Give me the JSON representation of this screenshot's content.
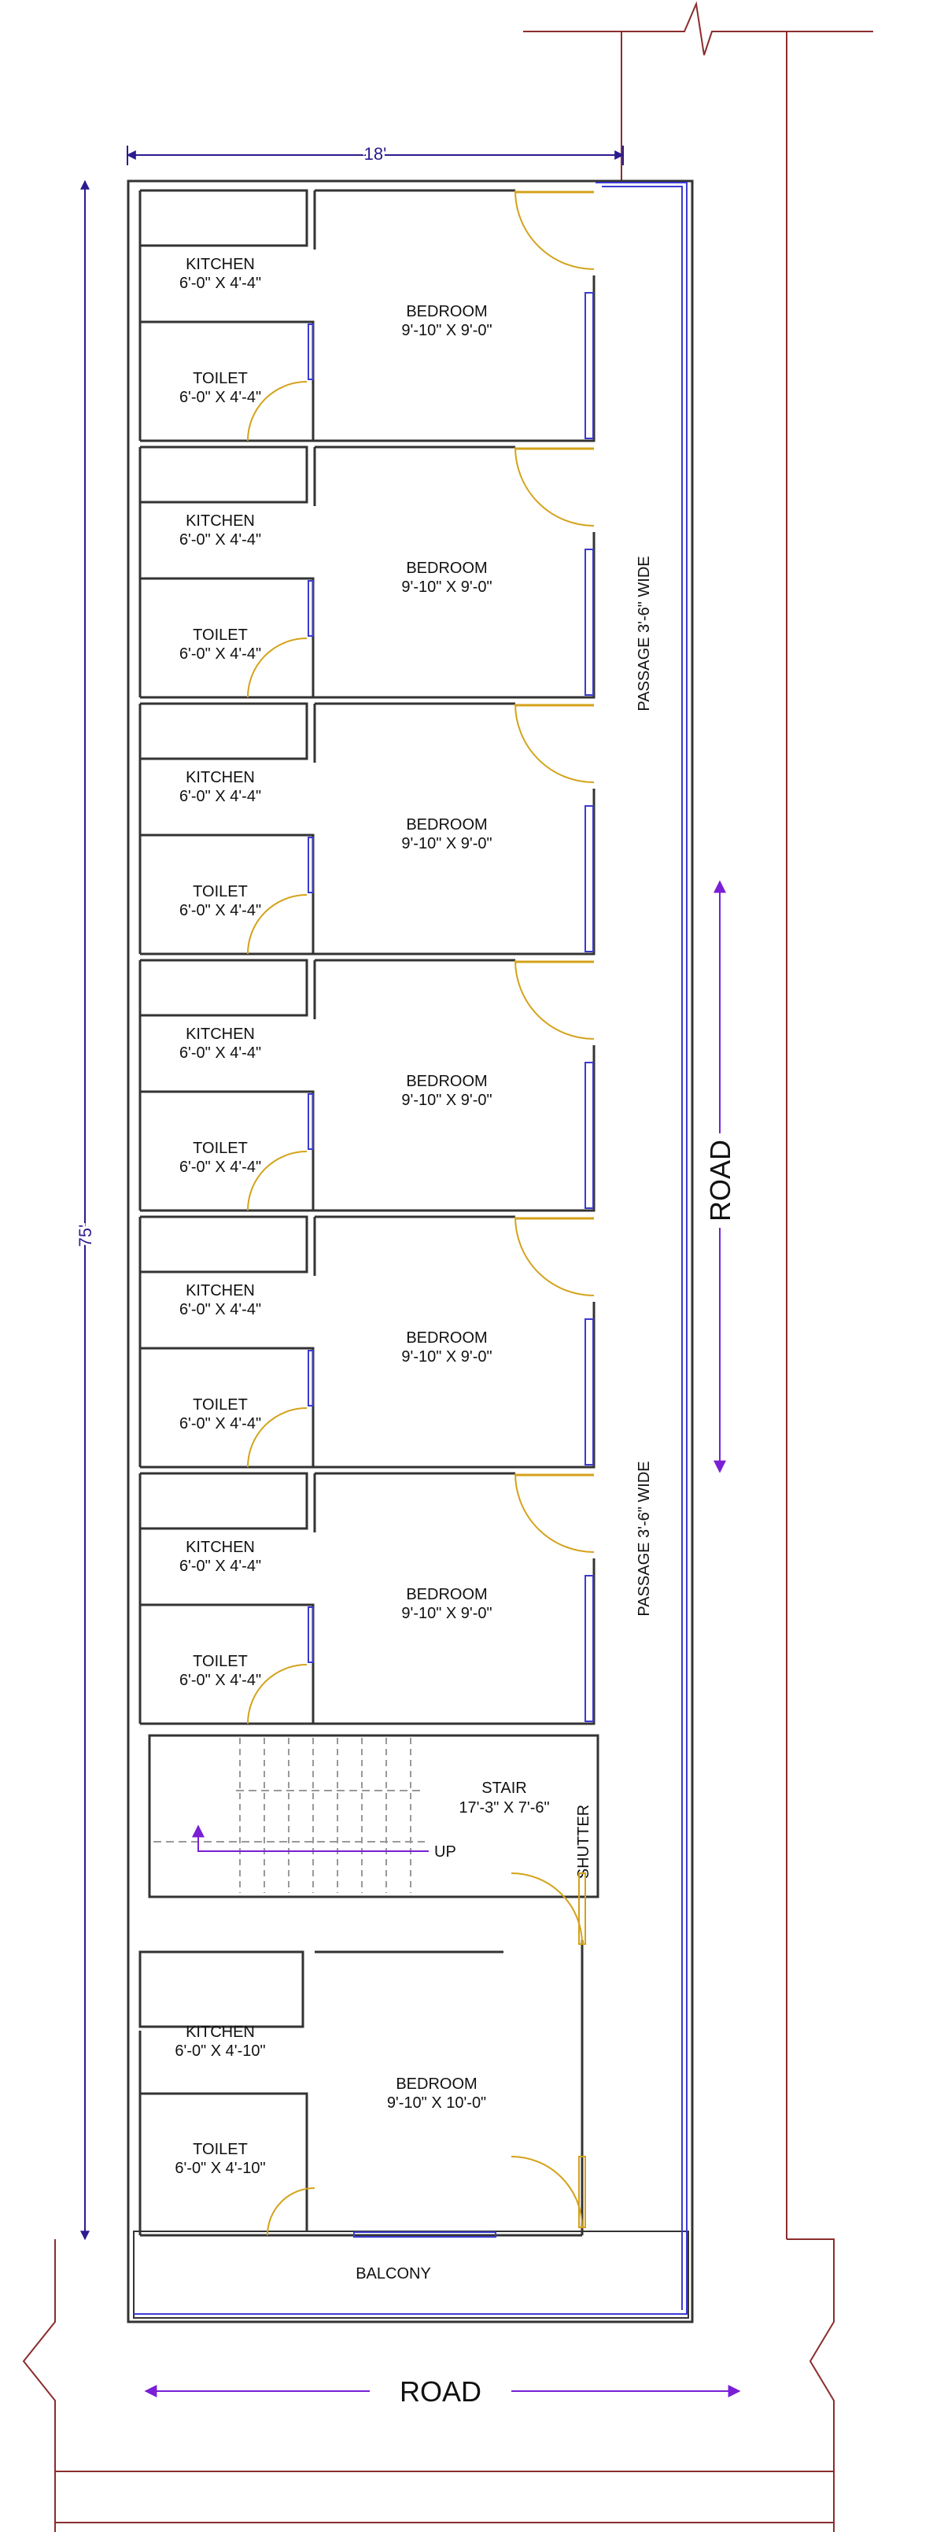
{
  "dimensions": {
    "width": "18'",
    "length": "75'"
  },
  "units": [
    {
      "kitchen": {
        "name": "KITCHEN",
        "size": "6'-0\" X 4'-4\""
      },
      "toilet": {
        "name": "TOILET",
        "size": "6'-0\" X 4'-4\""
      },
      "bedroom": {
        "name": "BEDROOM",
        "size": "9'-10\" X 9'-0\""
      }
    },
    {
      "kitchen": {
        "name": "KITCHEN",
        "size": "6'-0\" X 4'-4\""
      },
      "toilet": {
        "name": "TOILET",
        "size": "6'-0\" X 4'-4\""
      },
      "bedroom": {
        "name": "BEDROOM",
        "size": "9'-10\" X 9'-0\""
      }
    },
    {
      "kitchen": {
        "name": "KITCHEN",
        "size": "6'-0\" X 4'-4\""
      },
      "toilet": {
        "name": "TOILET",
        "size": "6'-0\" X 4'-4\""
      },
      "bedroom": {
        "name": "BEDROOM",
        "size": "9'-10\" X 9'-0\""
      }
    },
    {
      "kitchen": {
        "name": "KITCHEN",
        "size": "6'-0\" X 4'-4\""
      },
      "toilet": {
        "name": "TOILET",
        "size": "6'-0\" X 4'-4\""
      },
      "bedroom": {
        "name": "BEDROOM",
        "size": "9'-10\" X 9'-0\""
      }
    },
    {
      "kitchen": {
        "name": "KITCHEN",
        "size": "6'-0\" X 4'-4\""
      },
      "toilet": {
        "name": "TOILET",
        "size": "6'-0\" X 4'-4\""
      },
      "bedroom": {
        "name": "BEDROOM",
        "size": "9'-10\" X 9'-0\""
      }
    },
    {
      "kitchen": {
        "name": "KITCHEN",
        "size": "6'-0\" X 4'-4\""
      },
      "toilet": {
        "name": "TOILET",
        "size": "6'-0\" X 4'-4\""
      },
      "bedroom": {
        "name": "BEDROOM",
        "size": "9'-10\" X 9'-0\""
      }
    }
  ],
  "stair": {
    "name": "STAIR",
    "size": "17'-3\" X 7'-6\"",
    "up_label": "UP"
  },
  "shutter": "SHUTTER",
  "last_unit": {
    "kitchen": {
      "name": "KITCHEN",
      "size": "6'-0\" X 4'-10\""
    },
    "toilet": {
      "name": "TOILET",
      "size": "6'-0\" X 4'-10\""
    },
    "bedroom": {
      "name": "BEDROOM",
      "size": "9'-10\" X 10'-0\""
    }
  },
  "balcony": "BALCONY",
  "passage": [
    "PASSAGE 3'-6\" WIDE",
    "PASSAGE 3'-6\" WIDE"
  ],
  "road_side": "ROAD",
  "road_bottom": "ROAD",
  "colors": {
    "wall": "#333333",
    "dimension": "#2b1b8f",
    "door": "#d4a21a",
    "window": "#3b3bd1",
    "road": "#8b2d2d",
    "arrow": "#7a1fd6"
  }
}
